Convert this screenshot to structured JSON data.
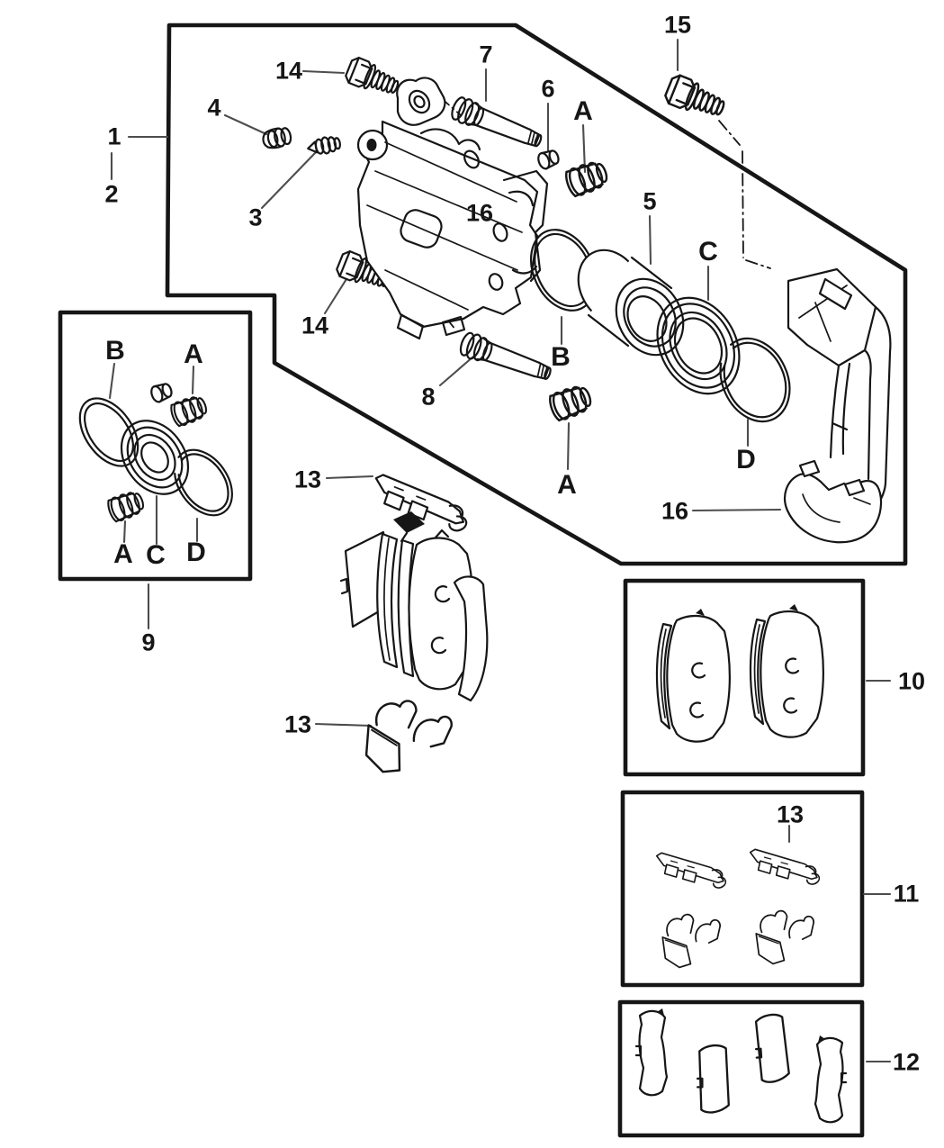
{
  "colors": {
    "background": "#ffffff",
    "line": "#161616",
    "leader_line": "#4d4d4d"
  },
  "labels": {
    "p1": "1",
    "p2": "2",
    "p3": "3",
    "p4": "4",
    "p5": "5",
    "p6": "6",
    "p7": "7",
    "p8": "8",
    "p9": "9",
    "p10": "10",
    "p11": "11",
    "p12": "12",
    "p13": "13",
    "p14": "14",
    "p15": "15",
    "p16": "16",
    "A": "A",
    "B": "B",
    "C": "C",
    "D": "D"
  }
}
